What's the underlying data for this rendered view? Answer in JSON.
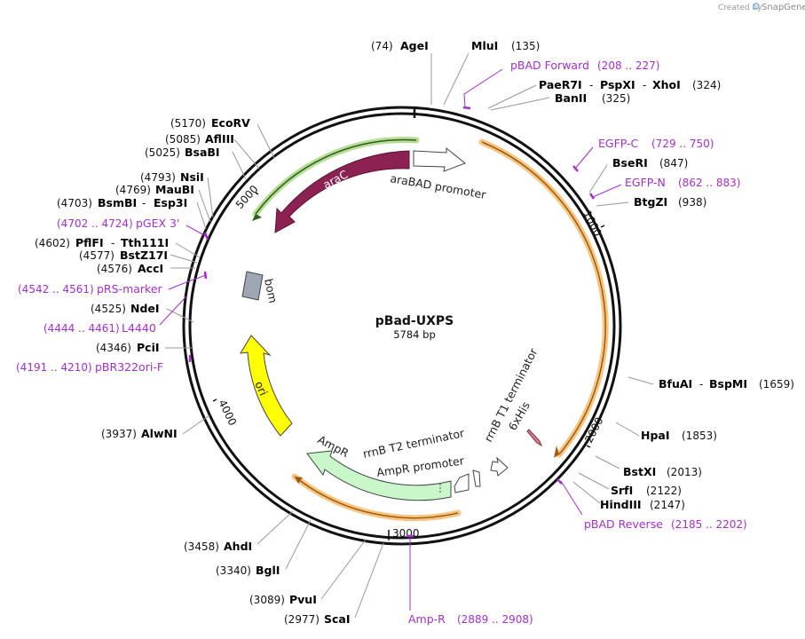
{
  "watermark": {
    "prefix": "Created by",
    "brand": "SnapGene"
  },
  "plasmid": {
    "name": "pBad-UXPS",
    "length": "5784 bp"
  },
  "ticks": [
    "1000",
    "2000",
    "3000",
    "4000",
    "5000"
  ],
  "features": {
    "araC": "araC",
    "araBAD": "araBAD promoter",
    "bom": "bom",
    "ori": "ori",
    "AmpR": "AmpR",
    "AmpR_promoter": "AmpR promoter",
    "rrnB_T2": "rrnB T2 terminator",
    "rrnB_T1": "rrnB T1 terminator",
    "his": "6xHis"
  },
  "sites": [
    {
      "num": "(74)",
      "name": "AgeI"
    },
    {
      "name": "MluI",
      "num": "(135)"
    },
    {
      "p1": "PaeR7I",
      "p2": "PspXI",
      "p3": "XhoI",
      "num": "(324)",
      "sep": "-"
    },
    {
      "name": "BanII",
      "num": "(325)"
    },
    {
      "name": "BseRI",
      "num": "(847)"
    },
    {
      "name": "BtgZI",
      "num": "(938)"
    },
    {
      "p1": "BfuAI",
      "p2": "BspMI",
      "num": "(1659)",
      "sep": "-"
    },
    {
      "name": "HpaI",
      "num": "(1853)"
    },
    {
      "name": "BstXI",
      "num": "(2013)"
    },
    {
      "name": "SrfI",
      "num": "(2122)"
    },
    {
      "name": "HindIII",
      "num": "(2147)"
    },
    {
      "num": "(2977)",
      "name": "ScaI"
    },
    {
      "num": "(3089)",
      "name": "PvuI"
    },
    {
      "num": "(3340)",
      "name": "BglI"
    },
    {
      "num": "(3458)",
      "name": "AhdI"
    },
    {
      "num": "(3937)",
      "name": "AlwNI"
    },
    {
      "num": "(4346)",
      "name": "PciI"
    },
    {
      "num": "(4525)",
      "name": "NdeI"
    },
    {
      "num": "(4576)",
      "name": "AccI"
    },
    {
      "num": "(4577)",
      "name": "BstZ17I"
    },
    {
      "num": "(4602)",
      "p1": "PflFI",
      "p2": "Tth111I",
      "sep": "-"
    },
    {
      "num": "(4703)",
      "p1": "BsmBI",
      "p2": "Esp3I",
      "sep": "-"
    },
    {
      "num": "(4769)",
      "name": "MauBI"
    },
    {
      "num": "(4793)",
      "name": "NsiI"
    },
    {
      "num": "(5025)",
      "name": "BsaBI"
    },
    {
      "num": "(5085)",
      "name": "AflIII"
    },
    {
      "num": "(5170)",
      "name": "EcoRV"
    }
  ],
  "primers": [
    {
      "name": "pBAD Forward",
      "range": "(208 .. 227)"
    },
    {
      "name": "EGFP-C",
      "range": "(729 .. 750)"
    },
    {
      "name": "EGFP-N",
      "range": "(862 .. 883)"
    },
    {
      "name": "pBAD Reverse",
      "range": "(2185 .. 2202)"
    },
    {
      "name": "Amp-R",
      "range": "(2889 .. 2908)"
    },
    {
      "name": "pBR322ori-F",
      "range": "(4191 .. 4210)"
    },
    {
      "name": "L4440",
      "range": "(4444 .. 4461)"
    },
    {
      "name": "pRS-marker",
      "range": "(4542 .. 4561)"
    },
    {
      "name": "pGEX 3'",
      "range": "(4702 .. 4724)"
    }
  ],
  "colors": {
    "backbone": "#111111",
    "araC": "#8b2252",
    "araC_highlight": "#7bc142",
    "orf_highlight": "#f0a030",
    "ori": "#ffff00",
    "AmpR": "#c9f7c9",
    "bom": "#9ea7b3",
    "primer": "#a330c9",
    "his": "#d9828f"
  }
}
